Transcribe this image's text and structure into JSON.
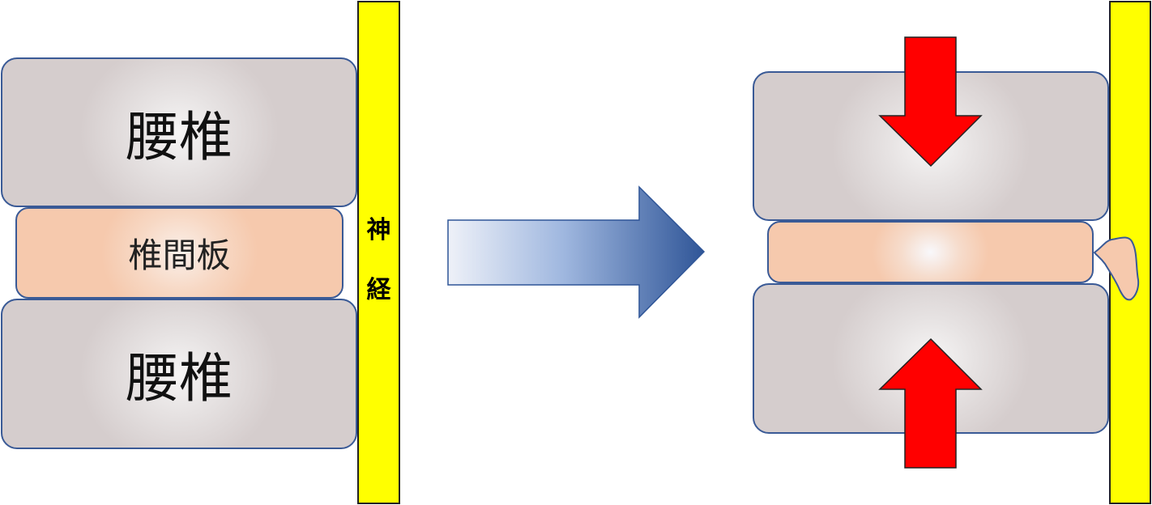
{
  "left": {
    "upper_vertebra_label": "腰椎",
    "disc_label": "椎間板",
    "lower_vertebra_label": "腰椎",
    "nerve_label_top": "神",
    "nerve_label_bottom": "経"
  },
  "colors": {
    "nerve": "#ffff00",
    "outline": "#3a5a96",
    "compression_arrow": "#ff0000",
    "transition_arrow_dark": "#2f5597",
    "transition_arrow_light": "#eef1f8"
  }
}
